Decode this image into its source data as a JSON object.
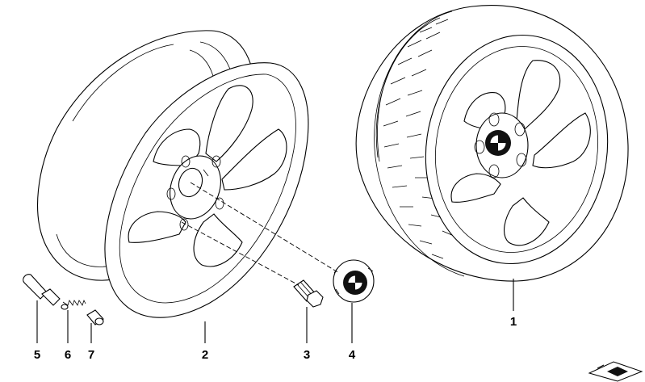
{
  "diagram": {
    "callouts": [
      {
        "id": "1",
        "label": "1",
        "part": "complete-wheel-with-tyre"
      },
      {
        "id": "2",
        "label": "2",
        "part": "light-alloy-rim"
      },
      {
        "id": "3",
        "label": "3",
        "part": "wheel-bolt"
      },
      {
        "id": "4",
        "label": "4",
        "part": "hub-cap-emblem"
      },
      {
        "id": "5",
        "label": "5",
        "part": "valve-body"
      },
      {
        "id": "6",
        "label": "6",
        "part": "valve-insert"
      },
      {
        "id": "7",
        "label": "7",
        "part": "valve-cap"
      }
    ],
    "colors": {
      "line": "#000000",
      "background": "#ffffff",
      "emblem_dark": "#111111"
    }
  }
}
